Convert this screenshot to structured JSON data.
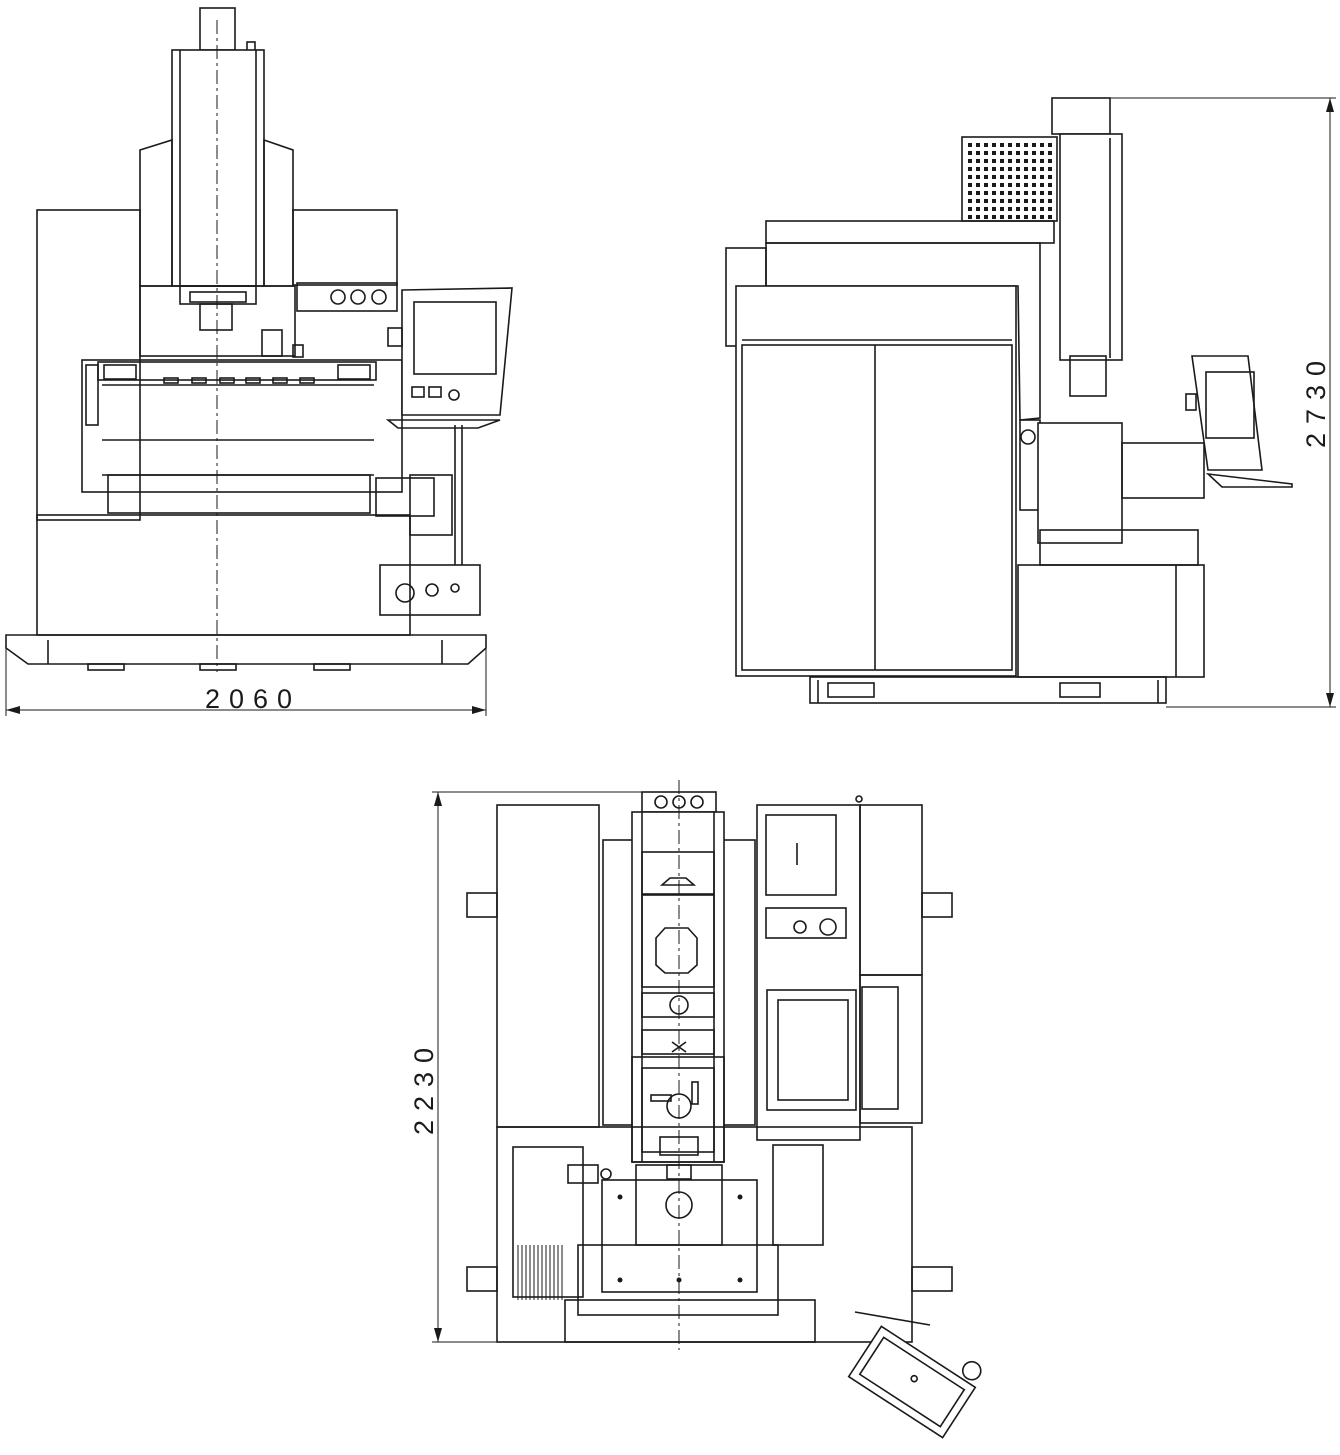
{
  "dimensions": {
    "width_label": "2060",
    "height_label": "2730",
    "depth_label": "2230"
  },
  "views": [
    {
      "id": "front-view"
    },
    {
      "id": "side-view"
    },
    {
      "id": "top-view"
    }
  ],
  "colors": {
    "line": "#1a1a1a",
    "background": "#ffffff"
  }
}
